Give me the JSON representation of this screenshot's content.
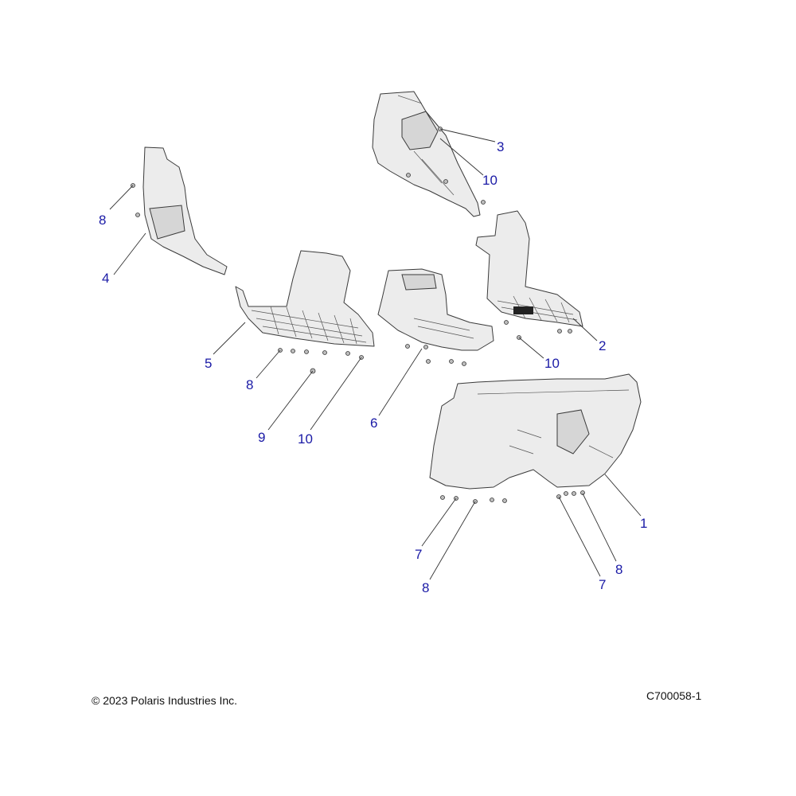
{
  "callouts": [
    {
      "id": "c3",
      "text": "3"
    },
    {
      "id": "c10a",
      "text": "10"
    },
    {
      "id": "c8a",
      "text": "8"
    },
    {
      "id": "c4",
      "text": "4"
    },
    {
      "id": "c2",
      "text": "2"
    },
    {
      "id": "c10b",
      "text": "10"
    },
    {
      "id": "c5",
      "text": "5"
    },
    {
      "id": "c8b",
      "text": "8"
    },
    {
      "id": "c6",
      "text": "6"
    },
    {
      "id": "c9",
      "text": "9"
    },
    {
      "id": "c10c",
      "text": "10"
    },
    {
      "id": "c1",
      "text": "1"
    },
    {
      "id": "c7a",
      "text": "7"
    },
    {
      "id": "c8c",
      "text": "8"
    },
    {
      "id": "c8d",
      "text": "8"
    },
    {
      "id": "c7b",
      "text": "7"
    }
  ],
  "footer": {
    "copyright": "© 2023 Polaris Industries Inc.",
    "drawing_id": "C700058-1"
  }
}
